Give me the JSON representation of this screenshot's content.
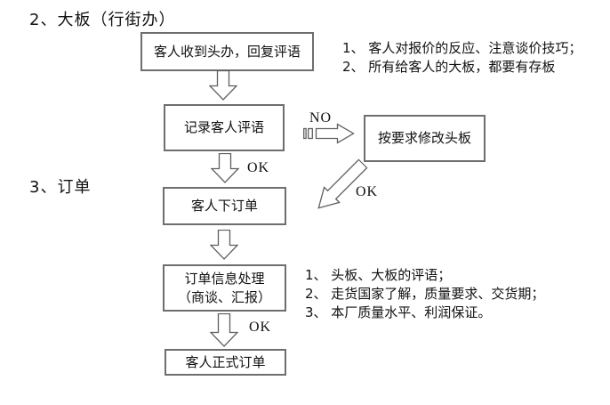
{
  "headings": {
    "section2": "2、大板（行街办）",
    "section3": "3、订单"
  },
  "flowchart": {
    "box_receive_sample": "客人收到头办，回复评语",
    "box_record_comments": "记录客人评语",
    "box_modify_sample": "按要求修改头板",
    "box_place_order": "客人下订单",
    "box_order_processing_line1": "订单信息处理",
    "box_order_processing_line2": "（商谈、汇报）",
    "box_formal_order": "客人正式订单",
    "label_no": "NO",
    "label_ok_after_record": "OK",
    "label_ok_diagonal": "OK",
    "label_ok_after_processing": "OK"
  },
  "notes_top": {
    "items": [
      "1、 客人对报价的反应、注意谈价技巧；",
      "2、 所有给客人的大板，都要有存板"
    ]
  },
  "notes_bottom": {
    "items": [
      "1、 头板、大板的评语；",
      "2、 走货国家了解，质量要求、交货期；",
      "3、 本厂质量水平、利润保证。"
    ]
  },
  "colors": {
    "background": "#ffffff",
    "box_border": "#6e6e6e",
    "arrow_stroke": "#5f5f5f",
    "text": "#111111"
  }
}
